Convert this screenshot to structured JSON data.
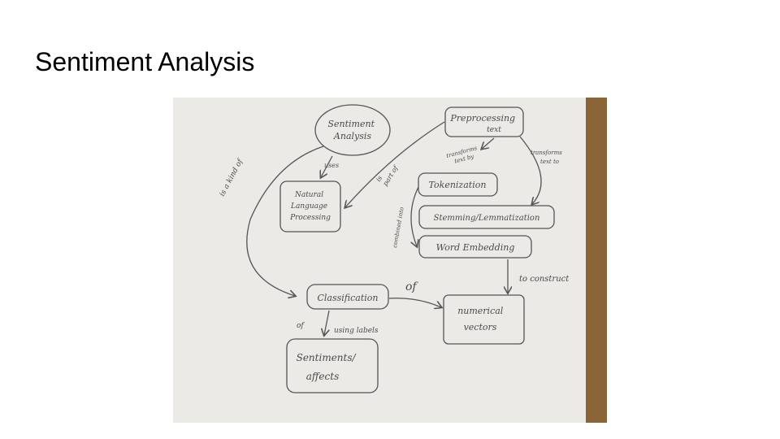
{
  "slide": {
    "title": "Sentiment Analysis"
  },
  "diagram": {
    "nodes": {
      "sentiment_analysis": [
        "Sentiment",
        "Analysis"
      ],
      "preprocessing": [
        "Preprocessing",
        "text"
      ],
      "nlp": [
        "Natural",
        "Language",
        "Processing"
      ],
      "tokenization": "Tokenization",
      "stemming": "Stemming/Lemmatization",
      "word_embedding": "Word Embedding",
      "classification": "Classification",
      "numerical_vectors": [
        "numerical",
        "vectors"
      ],
      "sentiments": [
        "Sentiments/",
        "affects"
      ]
    },
    "edges": {
      "uses": "uses",
      "is_a_kind_of": "is a kind of",
      "part_of": [
        "is",
        "part of"
      ],
      "transforms_text_by": [
        "transforms",
        "text by"
      ],
      "transforms_text_to": [
        "transforms",
        "text to"
      ],
      "combined_into": "combined into",
      "to_construct": "to construct",
      "of": "of",
      "of_small": "of",
      "using_labels": "using labels"
    }
  }
}
